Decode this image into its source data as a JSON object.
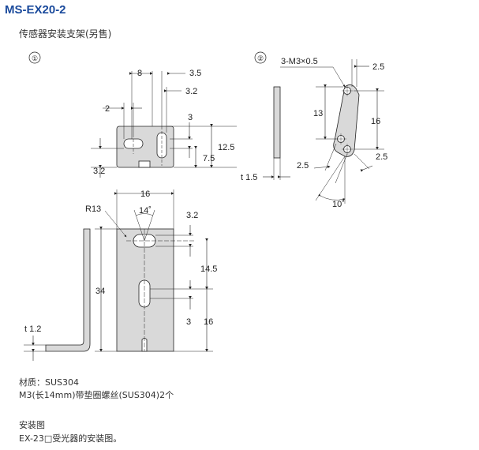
{
  "header": {
    "title": "MS-EX20-2",
    "subtitle": "传感器安装支架(另售)"
  },
  "fig1": {
    "marker": "①",
    "dims": {
      "d8": "8",
      "d3_5": "3.5",
      "d3_2a": "3.2",
      "d2": "2",
      "d3a": "3",
      "d12_5": "12.5",
      "d7_5": "7.5",
      "d3_2b": "3.2",
      "d16a": "16",
      "r13": "R13",
      "d14deg": "14˚",
      "d3_2c": "3.2",
      "d14_5": "14.5",
      "d34": "34",
      "d3b": "3",
      "d16b": "16",
      "t1_2": "t 1.2"
    }
  },
  "fig2": {
    "marker": "②",
    "dims": {
      "thread": "3-M3×0.5",
      "d2_5a": "2.5",
      "d13": "13",
      "d16": "16",
      "t1_5": "t 1.5",
      "d2_5b": "2.5",
      "d2_5c": "2.5",
      "d10deg": "10˚"
    }
  },
  "notes": {
    "material": "材质：SUS304",
    "screws": "M3(长14mm)带垫圈螺丝(SUS304)2个",
    "install_heading": "安装图",
    "install_text": "EX-23□受光器的安装图。"
  }
}
